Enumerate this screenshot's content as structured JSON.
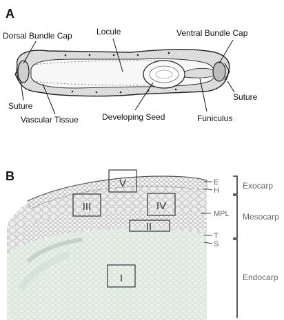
{
  "panel_a": {
    "letter": "A",
    "labels": {
      "dorsal_bundle_cap": "Dorsal Bundle Cap",
      "locule": "Locule",
      "ventral_bundle_cap": "Ventral Bundle Cap",
      "suture_left": "Suture",
      "suture_right": "Suture",
      "vascular_tissue": "Vascular Tissue",
      "developing_seed": "Developing Seed",
      "funiculus": "Funiculus"
    }
  },
  "panel_b": {
    "letter": "B",
    "boxes": {
      "i": "I",
      "ii": "II",
      "iii": "III",
      "iv": "IV",
      "v": "V"
    },
    "layer_labels": {
      "e": "E",
      "h": "H",
      "mpl": "MPL",
      "t": "T",
      "s": "S"
    },
    "zones": {
      "exocarp": "Exocarp",
      "mesocarp": "Mesocarp",
      "endocarp": "Endocarp"
    }
  },
  "colors": {
    "ink": "#111111",
    "tissue_gray": "#d9d9d9",
    "endocarp_green": "#e6f1ea",
    "zone_text": "#666666"
  }
}
